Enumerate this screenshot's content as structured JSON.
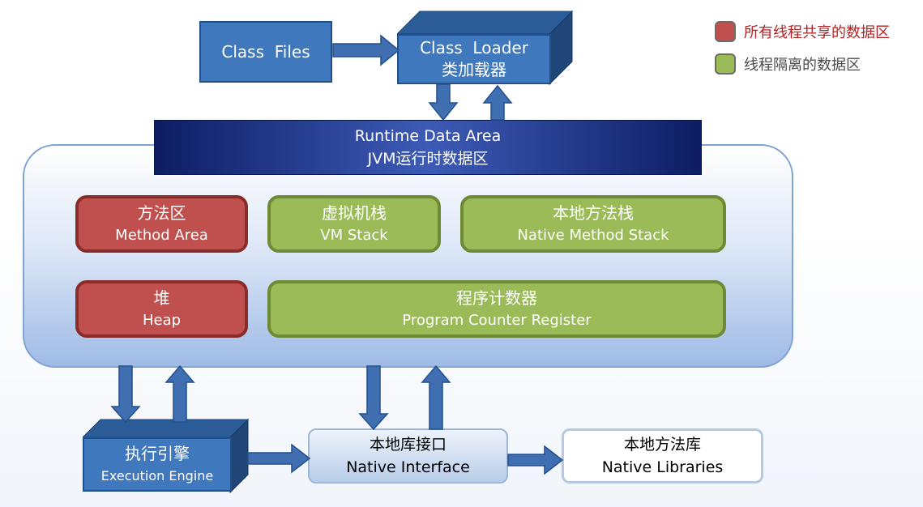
{
  "legend": {
    "shared": {
      "label": "所有线程共享的数据区",
      "color": "#c0504d",
      "text_color": "#b22222"
    },
    "isolated": {
      "label": "线程隔离的数据区",
      "color": "#9bbb59",
      "text_color": "#4a4a4a"
    }
  },
  "class_files": {
    "label": "Class  Files"
  },
  "class_loader": {
    "line1": "Class  Loader",
    "line2": "类加载器"
  },
  "runtime": {
    "line1": "Runtime Data Area",
    "line2": "JVM运行时数据区"
  },
  "areas": {
    "method_area": {
      "cn": "方法区",
      "en": "Method Area"
    },
    "vm_stack": {
      "cn": "虚拟机栈",
      "en": "VM Stack"
    },
    "native_method_stack": {
      "cn": "本地方法栈",
      "en": "Native Method Stack"
    },
    "heap": {
      "cn": "堆",
      "en": "Heap"
    },
    "pc_register": {
      "cn": "程序计数器",
      "en": "Program Counter Register"
    }
  },
  "execution_engine": {
    "cn": "执行引擎",
    "en": "Execution Engine"
  },
  "native_interface": {
    "cn": "本地库接口",
    "en": "Native Interface"
  },
  "native_libraries": {
    "cn": "本地方法库",
    "en": "Native Libraries"
  },
  "colors": {
    "box_blue": "#3f78bd",
    "arrow_blue": "#3f6fb0",
    "shared_red": "#c0504d",
    "isolated_green": "#9bbb59"
  }
}
